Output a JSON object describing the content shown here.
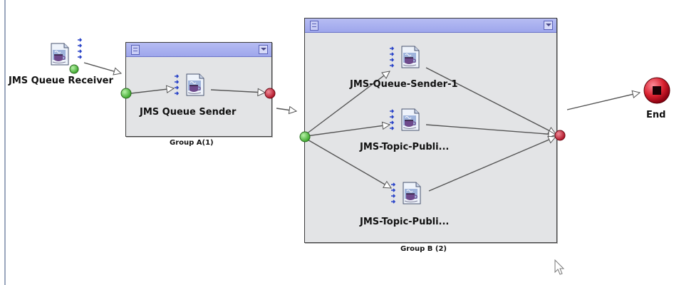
{
  "nodes": {
    "receiver": "JMS Queue Receiver",
    "sender": "JMS Queue Sender",
    "queue_sender_1": "JMS-Queue-Sender-1",
    "topic_publisher_1": "JMS-Topic-Publi...",
    "topic_publisher_2": "JMS-Topic-Publi...",
    "end": "End"
  },
  "groups": {
    "group_a": "Group A(1)",
    "group_b": "Group B (2)"
  },
  "colors": {
    "group_background": "#e3e4e6",
    "group_header": "#a8aef0",
    "start_port": "#5cc24a",
    "end_port": "#d02a3e"
  },
  "icons": [
    "document-icon",
    "cup-icon",
    "start-port-icon",
    "end-port-icon",
    "stop-icon",
    "dropdown-icon",
    "mouse-cursor-icon"
  ]
}
